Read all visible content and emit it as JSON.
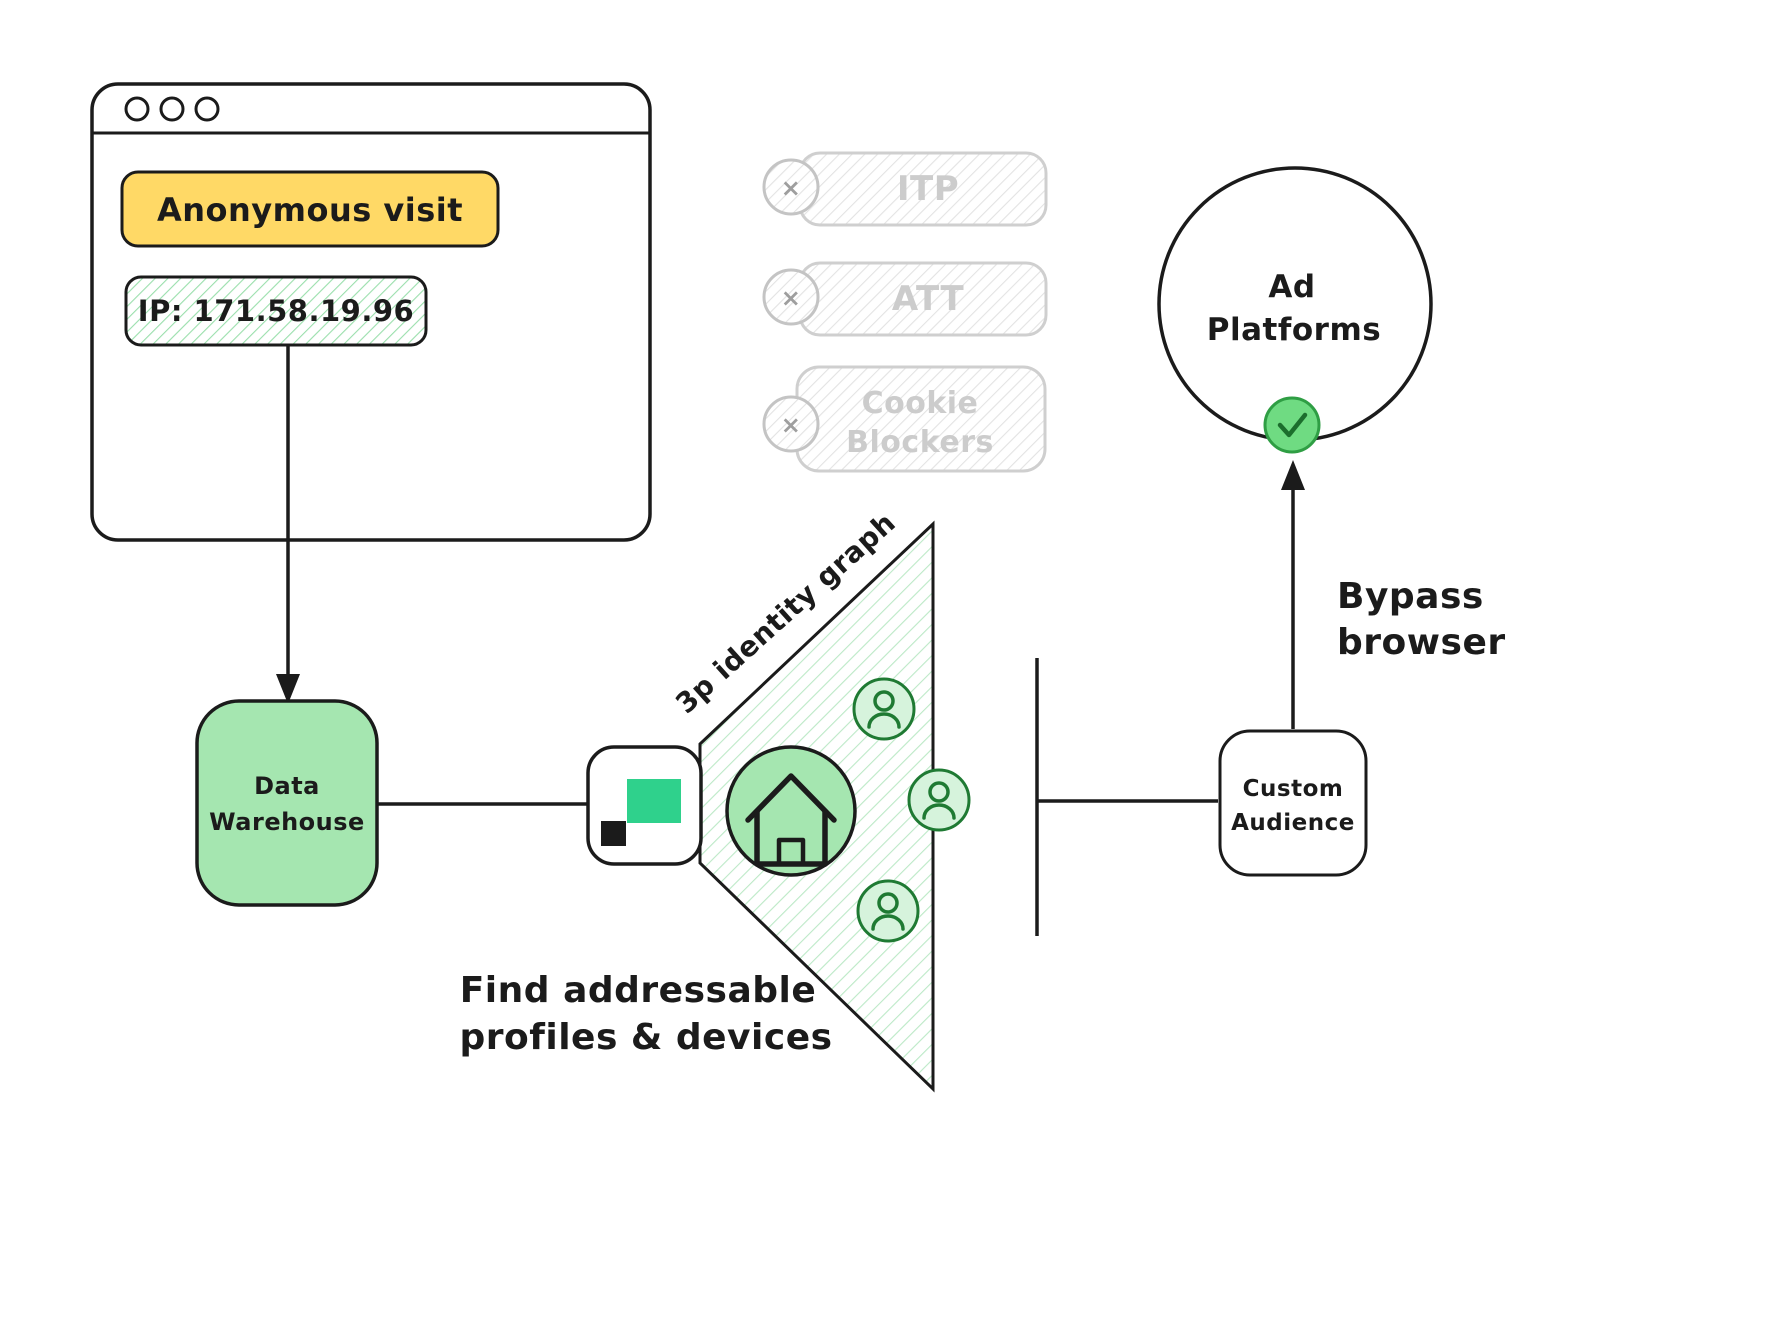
{
  "colors": {
    "ink": "#1b1b1b",
    "yellow": "#ffd966",
    "green": "#a5e6b0",
    "green_hatch": "#8fdca4",
    "logo_green": "#2fd18c",
    "badge_green": "#6fdb82",
    "badge_green_border": "#2f9e44",
    "muted_gray": "#cccccc"
  },
  "browser": {
    "anonymous_visit_label": "Anonymous visit",
    "ip_label": "IP: 171.58.19.96"
  },
  "privacy_blockers": {
    "x_icon": "×",
    "itp_label": "ITP",
    "att_label": "ATT",
    "cookie_label_line1": "Cookie",
    "cookie_label_line2": "Blockers"
  },
  "data_warehouse": {
    "line1": "Data",
    "line2": "Warehouse"
  },
  "identity_graph": {
    "edge_label": "3p identity graph",
    "caption_line1": "Find addressable",
    "caption_line2": "profiles & devices"
  },
  "custom_audience": {
    "line1": "Custom",
    "line2": "Audience"
  },
  "ad_platforms": {
    "line1": "Ad",
    "line2": "Platforms"
  },
  "bypass": {
    "line1": "Bypass",
    "line2": "browser"
  }
}
